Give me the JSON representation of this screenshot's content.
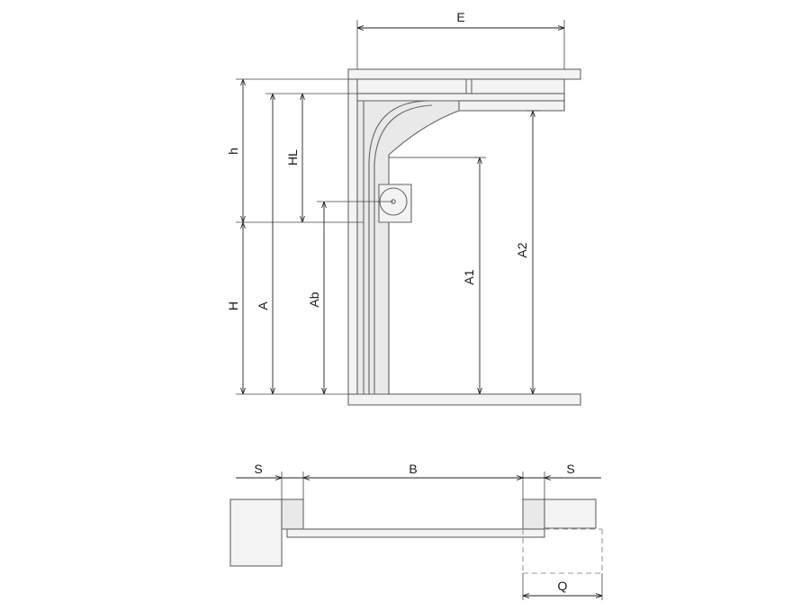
{
  "labels": {
    "E": "E",
    "h": "h",
    "HL": "HL",
    "H": "H",
    "A": "A",
    "Ab": "Ab",
    "A1": "A1",
    "A2": "A2",
    "S_left": "S",
    "B": "B",
    "S_right": "S",
    "Q": "Q"
  }
}
